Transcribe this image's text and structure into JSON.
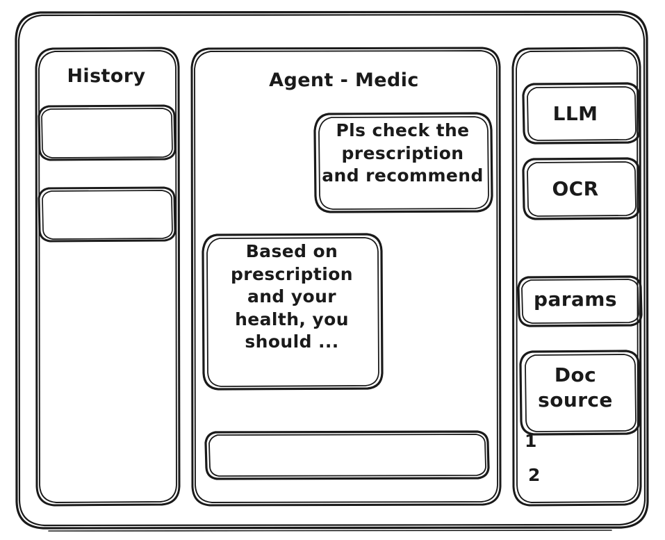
{
  "window": {
    "frame_name": "app-window"
  },
  "sidebar_left": {
    "title": "History",
    "items": [
      {
        "label": "",
        "name": "history-item-1"
      },
      {
        "label": "",
        "name": "history-item-2"
      }
    ]
  },
  "main": {
    "title": "Agent - Medic",
    "messages": [
      {
        "role": "user",
        "text": "Pls check the\nprescription\nand recommend"
      },
      {
        "role": "agent",
        "text": "Based on\nprescription\nand your\nhealth, you\nshould ..."
      }
    ],
    "composer": {
      "value": "",
      "placeholder": ""
    }
  },
  "sidebar_right": {
    "tools": [
      {
        "label": "LLM"
      },
      {
        "label": "OCR"
      },
      {
        "label": "params"
      }
    ],
    "doc_source": {
      "label": "Doc\nsource",
      "items": [
        {
          "label": "1"
        },
        {
          "label": "2"
        }
      ]
    }
  },
  "style": {
    "stroke": "#1a1a1a",
    "background": "#ffffff"
  }
}
